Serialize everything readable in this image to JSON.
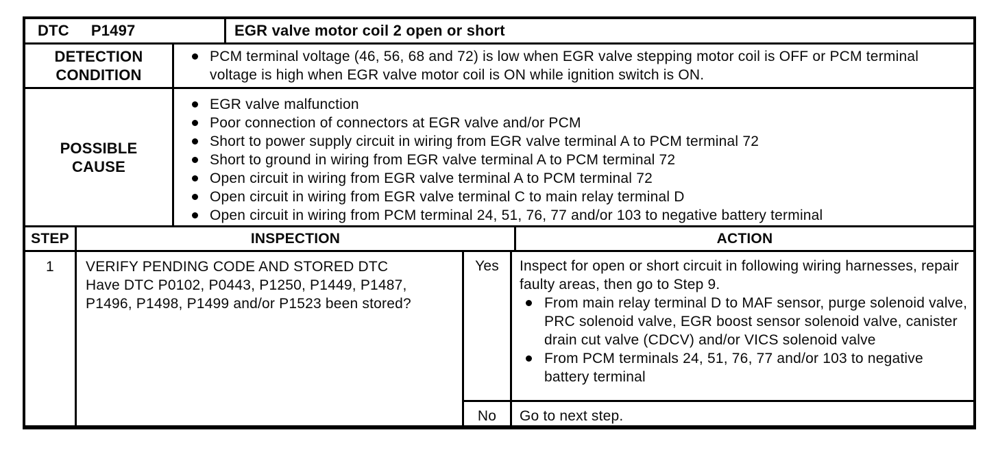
{
  "document": {
    "dtc_row": {
      "label": "DTC",
      "code": "P1497",
      "description": "EGR valve motor coil 2 open or short"
    },
    "detection_condition": {
      "label_lines": [
        "DETECTION",
        "CONDITION"
      ],
      "items": [
        "PCM terminal voltage (46, 56, 68 and 72) is low when EGR valve stepping motor coil is OFF or PCM terminal voltage is high when EGR valve motor coil is ON while ignition switch is ON."
      ]
    },
    "possible_cause": {
      "label_lines": [
        "POSSIBLE",
        "CAUSE"
      ],
      "items": [
        "EGR valve malfunction",
        "Poor connection of connectors at EGR valve and/or PCM",
        "Short to power supply circuit in wiring from EGR valve terminal A to PCM terminal 72",
        "Short to ground in wiring from EGR valve terminal A to PCM terminal 72",
        "Open circuit in wiring from EGR valve terminal A to PCM terminal 72",
        "Open circuit in wiring from EGR valve terminal C to main relay terminal D",
        "Open circuit in wiring from PCM terminal 24, 51, 76, 77 and/or 103 to negative battery terminal"
      ]
    },
    "troubleshooting": {
      "headers": {
        "step": "STEP",
        "inspection": "INSPECTION",
        "action": "ACTION"
      },
      "step1": {
        "number": "1",
        "inspection_title": "VERIFY PENDING CODE AND STORED DTC",
        "inspection_question": "Have DTC P0102, P0443, P1250, P1449, P1487, P1496, P1498, P1499 and/or P1523 been stored?",
        "yes": {
          "answer": "Yes",
          "intro": "Inspect for open or short circuit in following wiring harnesses, repair faulty areas, then go to Step 9.",
          "items": [
            "From main relay terminal D to MAF sensor, purge solenoid valve, PRC solenoid valve, EGR boost sensor solenoid valve, canister drain cut valve (CDCV) and/or VICS solenoid valve",
            "From PCM terminals 24, 51, 76, 77 and/or 103 to negative battery terminal"
          ]
        },
        "no": {
          "answer": "No",
          "action": "Go to next step."
        }
      }
    }
  },
  "colors": {
    "border": "#000000",
    "text": "#0a0a0a",
    "background": "#ffffff"
  }
}
